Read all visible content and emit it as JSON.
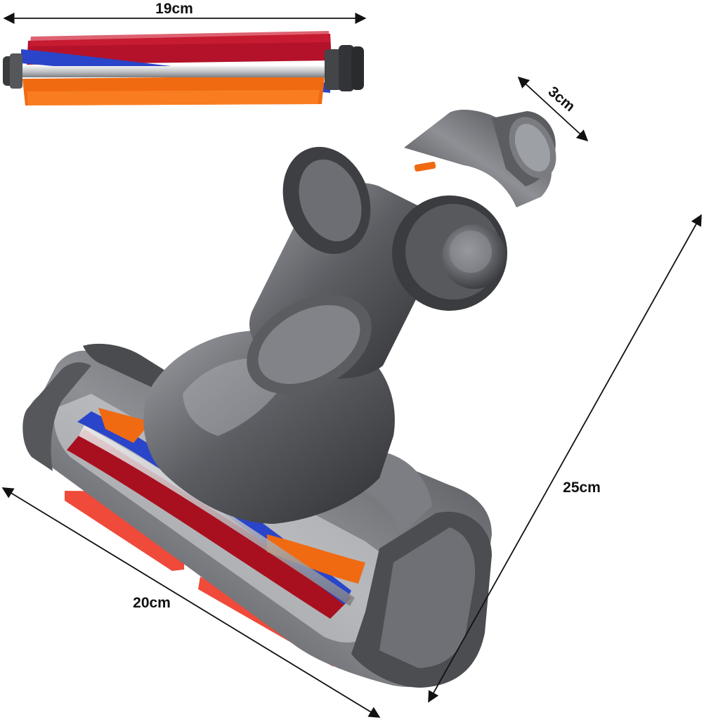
{
  "product": {
    "colors": {
      "body_dark": "#3c3d40",
      "body_mid": "#6b6d72",
      "body_light": "#b4b6ba",
      "bristle_red": "#b3122a",
      "bristle_blue": "#2a45c9",
      "bristle_orange": "#f06a12",
      "bumper_red": "#ef4a3a"
    }
  },
  "dimensions": {
    "brush_length": "19cm",
    "neck_diameter": "3cm",
    "total_length": "25cm",
    "head_width": "20cm",
    "arrow_color": "#111111"
  }
}
